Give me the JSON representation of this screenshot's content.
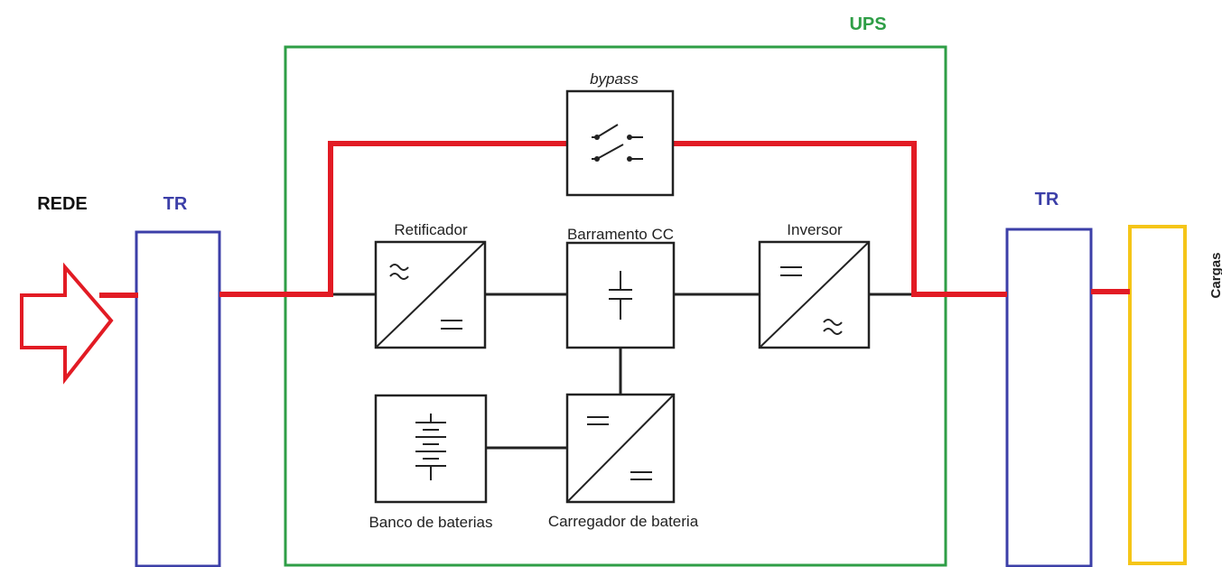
{
  "labels": {
    "rede": "REDE",
    "tr_in": "TR",
    "tr_out": "TR",
    "ups": "UPS",
    "bypass": "bypass",
    "retificador": "Retificador",
    "barramento": "Barramento CC",
    "inversor": "Inversor",
    "banco": "Banco de baterias",
    "carregador": "Carregador de bateria",
    "cargas": "Cargas"
  },
  "colors": {
    "power_line": "#e21b24",
    "transformer": "#3c3fa8",
    "ups_frame": "#2e9e46",
    "load": "#f5c518",
    "block": "#222222"
  },
  "icons": {
    "input_arrow": "arrow-right-outline-icon",
    "bypass": "switch-icon",
    "rectifier": "ac-dc-icon",
    "dc_bus": "capacitor-icon",
    "inverter": "dc-ac-icon",
    "battery": "battery-bank-icon",
    "charger": "dc-dc-icon"
  }
}
